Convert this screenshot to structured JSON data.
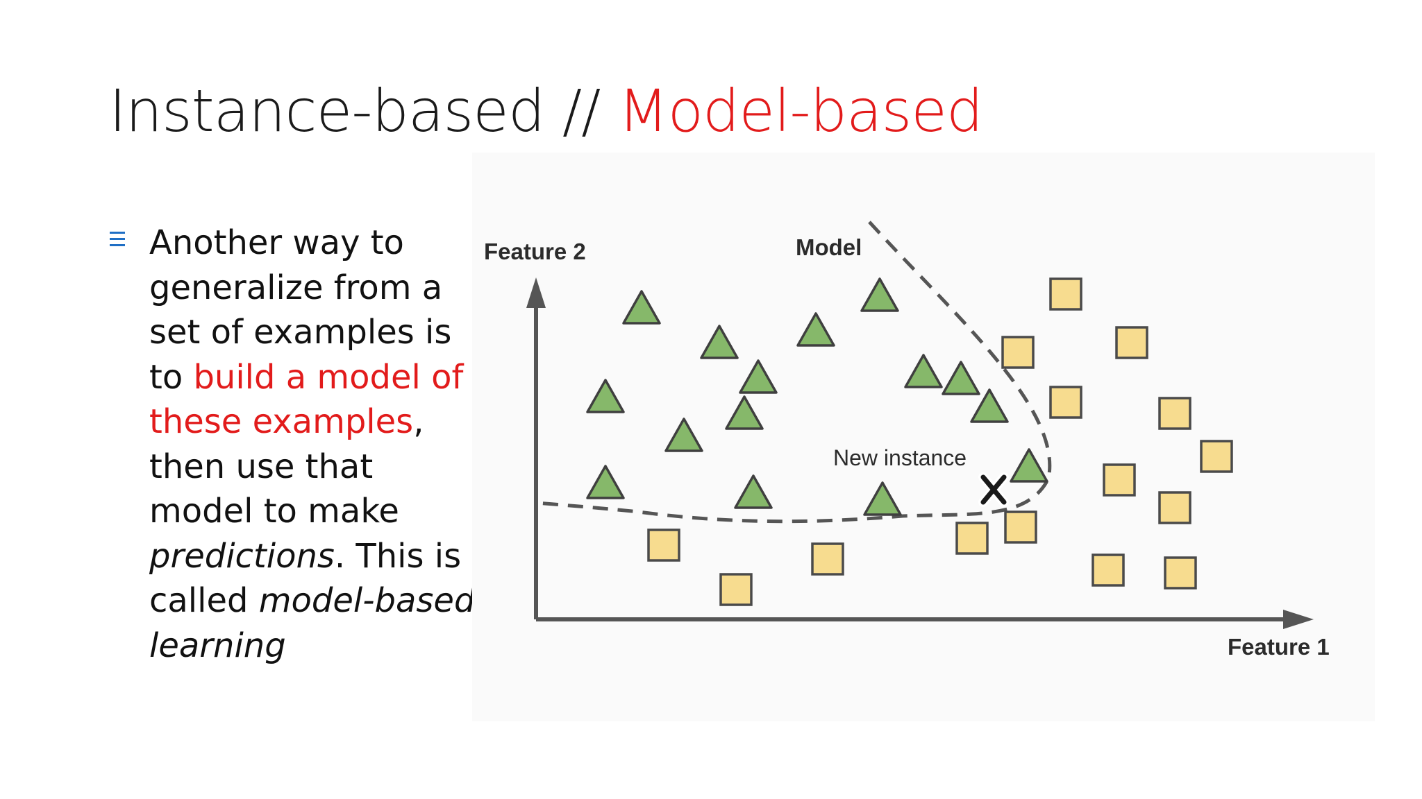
{
  "slide": {
    "title_plain": "Instance-based // ",
    "title_accent": "Model-based",
    "accent_color": "#e21b1b",
    "bullet": {
      "icon": "list-bullet-icon",
      "segments": [
        {
          "text": "Another way to generalize from a set of examples is to ",
          "style": "normal"
        },
        {
          "text": "build a model of these examples",
          "style": "red"
        },
        {
          "text": ", then use that model to make ",
          "style": "normal"
        },
        {
          "text": "predictions",
          "style": "italic"
        },
        {
          "text": ". This is called ",
          "style": "normal"
        },
        {
          "text": "model-based learning",
          "style": "italic"
        }
      ]
    }
  },
  "diagram": {
    "y_axis_label": "Feature 2",
    "x_axis_label": "Feature 1",
    "model_label": "Model",
    "new_instance_label": "New instance",
    "triangle_color": "#86b86a",
    "square_color": "#f7dc8f",
    "axis_color": "#555555"
  }
}
